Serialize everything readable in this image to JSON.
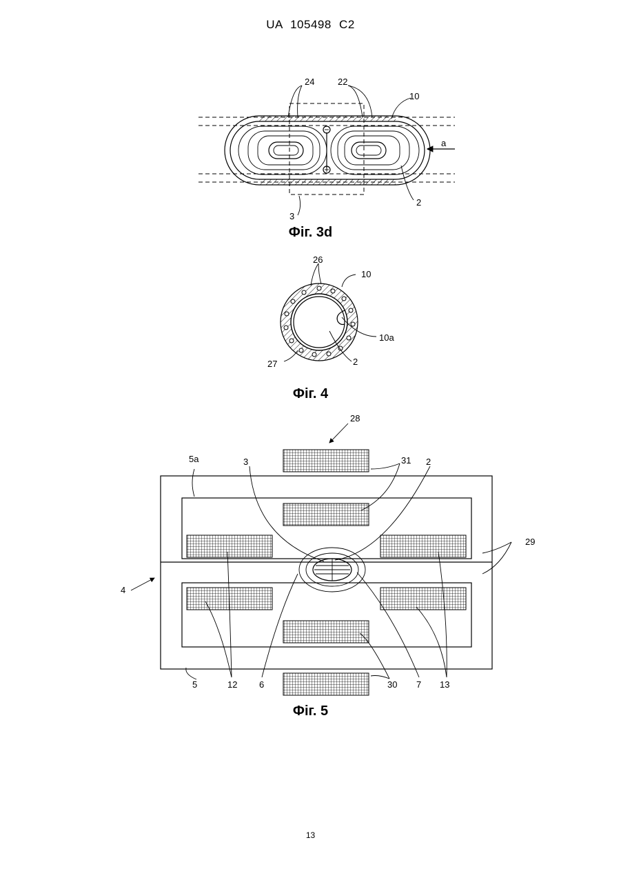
{
  "header": "UA   105498   C2",
  "page_number": "13",
  "figures": [
    {
      "caption": "Фіг. 3d",
      "labels": [
        "24",
        "22",
        "10",
        "a",
        "2",
        "3"
      ]
    },
    {
      "caption": "Фіг. 4",
      "labels": [
        "26",
        "10",
        "10a",
        "27",
        "2"
      ]
    },
    {
      "caption": "Фіг. 5",
      "labels": [
        "28",
        "5a",
        "3",
        "31",
        "2",
        "29",
        "4",
        "5",
        "12",
        "6",
        "30",
        "7",
        "13"
      ]
    }
  ]
}
